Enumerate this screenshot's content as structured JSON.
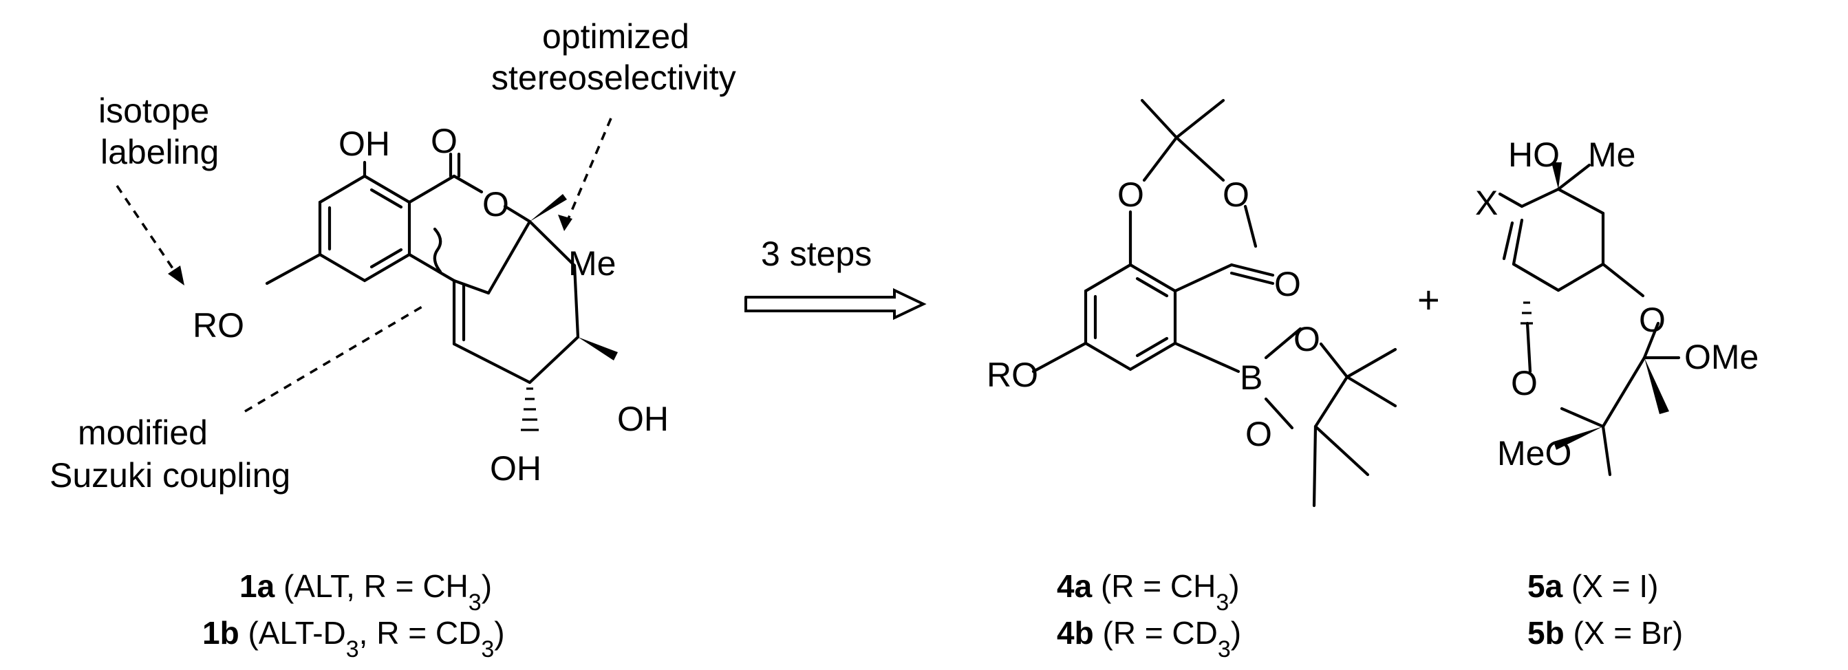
{
  "annotations": {
    "isotope": [
      "isotope",
      "labeling"
    ],
    "stereo": [
      "optimized",
      "stereoselectivity"
    ],
    "suzuki": [
      "modified",
      "Suzuki coupling"
    ]
  },
  "arrow": {
    "label": "3 steps"
  },
  "plus": "+",
  "atoms": {
    "oh": "OH",
    "o": "O",
    "ro": "RO",
    "me": "Me",
    "ho": "HO",
    "meo": "MeO",
    "ome": "OMe",
    "b": "B",
    "x": "X"
  },
  "compounds": {
    "c1a": {
      "id": "1a",
      "desc_pre": " (ALT, R = CH",
      "sub": "3",
      "desc_post": ")"
    },
    "c1b": {
      "id": "1b",
      "desc_pre": " (ALT-D",
      "sub": "3",
      "desc_mid": ", R = CD",
      "sub2": "3",
      "desc_post": ")"
    },
    "c4a": {
      "id": "4a",
      "desc_pre": " (R = CH",
      "sub": "3",
      "desc_post": ")"
    },
    "c4b": {
      "id": "4b",
      "desc_pre": " (R = CD",
      "sub": "3",
      "desc_post": ")"
    },
    "c5a": {
      "id": "5a",
      "desc": " (X = I)"
    },
    "c5b": {
      "id": "5b",
      "desc": " (X = Br)"
    }
  }
}
